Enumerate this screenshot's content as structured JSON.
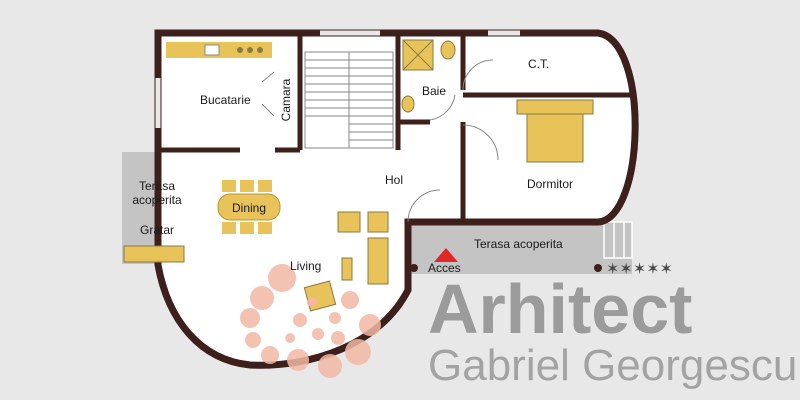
{
  "plan": {
    "rooms": {
      "bucatarie": "Bucatarie",
      "camara": "Camara",
      "baie": "Baie",
      "ct": "C.T.",
      "dormitor": "Dormitor",
      "hol": "Hol",
      "terasa_left": [
        "Terasa",
        "acoperita"
      ],
      "dining": "Dining",
      "gratar": "Gratar",
      "living": "Living",
      "terasa_right": "Terasa acoperita",
      "acces": "Acces"
    }
  },
  "brand": {
    "line1": "Arhitect",
    "line2": "Gabriel Georgescu"
  },
  "colors": {
    "background": "#e8e8e8",
    "wall": "#3d1f1b",
    "floor": "#ffffff",
    "furniture": "#e8c35a",
    "terrace": "#c4c4c4",
    "access_arrow": "#e02828",
    "decor_circles": "#f3b8a4"
  }
}
